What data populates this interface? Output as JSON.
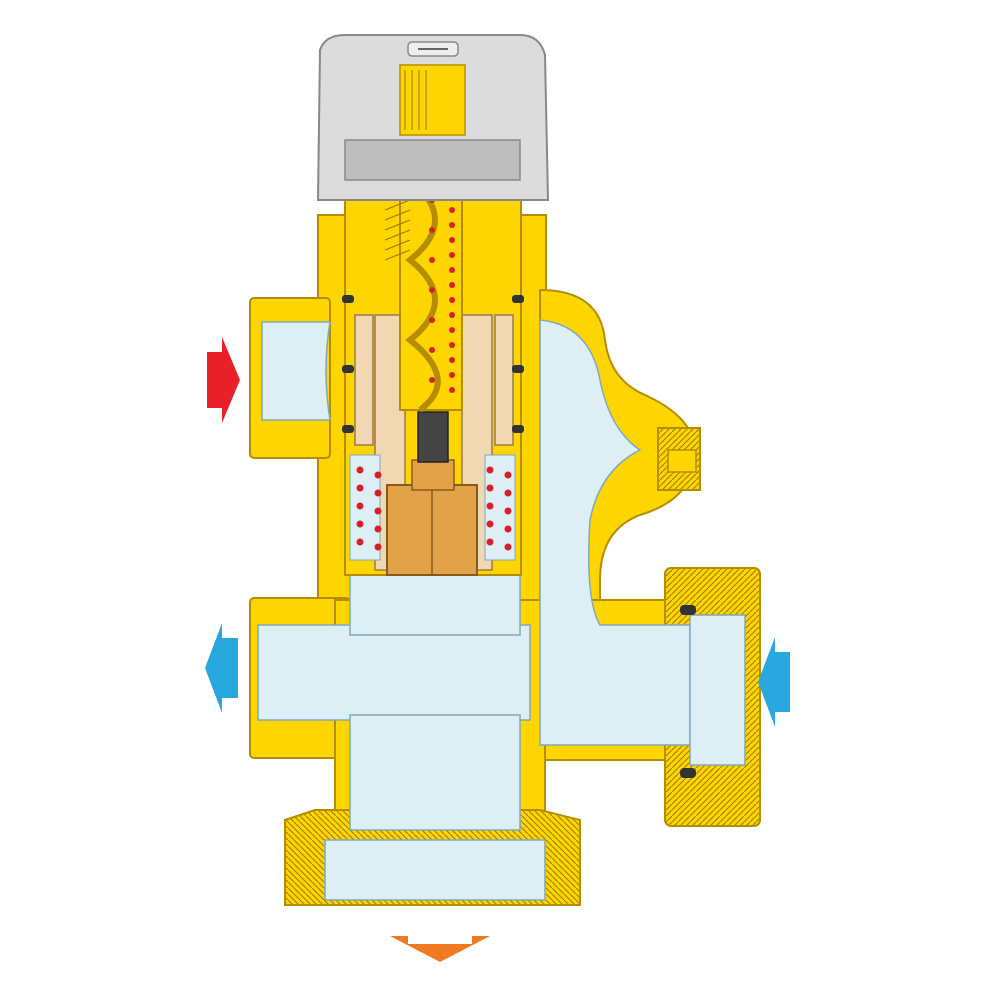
{
  "diagram": {
    "type": "valve-cutaway",
    "colors": {
      "brass": "#FFD500",
      "brass_edge": "#B58E00",
      "fluid": "#DDEEF5",
      "cap": "#DCDCDC",
      "copper": "#E2A24A",
      "tan": "#F2D7B3",
      "spring": "#D81F2A",
      "seal": "#333333",
      "hot_arrow": "#E8202A",
      "cold_arrow": "#29A8E0",
      "mixed_arrow": "#F07A22"
    },
    "arrows": [
      {
        "id": "hot-inlet",
        "direction": "right"
      },
      {
        "id": "cold-inlet-left",
        "direction": "left"
      },
      {
        "id": "cold-inlet-right",
        "direction": "left"
      },
      {
        "id": "mixed-outlet",
        "direction": "down"
      }
    ]
  }
}
